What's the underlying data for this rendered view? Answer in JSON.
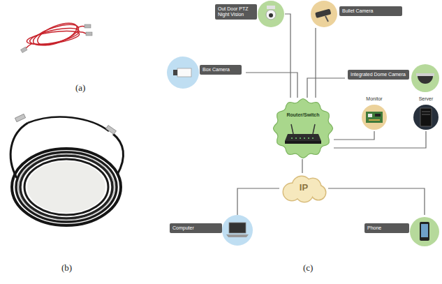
{
  "diagram": {
    "nodes": [
      {
        "text": [
          "Out Door PTZ Night Vision"
        ]
      },
      {
        "text": [
          "Bullet Camera"
        ]
      },
      {
        "text": [
          "Box Camera"
        ]
      },
      {
        "text": [
          "Integrated Dome Camera"
        ]
      },
      {
        "text": [
          "Router/Switch"
        ]
      },
      {
        "text": [
          "Monitor"
        ]
      },
      {
        "text": [
          "Server"
        ]
      },
      {
        "text": [
          "IP"
        ]
      },
      {
        "text": [
          "Computer"
        ]
      },
      {
        "text": [
          "Phone"
        ]
      }
    ],
    "edges": [
      {
        "from": 4,
        "to": 0,
        "arrow": "none"
      },
      {
        "from": 4,
        "to": 1,
        "arrow": "none"
      },
      {
        "from": 4,
        "to": 2,
        "arrow": "none"
      },
      {
        "from": 4,
        "to": 3,
        "arrow": "none"
      },
      {
        "from": 4,
        "to": 5,
        "arrow": "none"
      },
      {
        "from": 4,
        "to": 6,
        "arrow": "none"
      },
      {
        "from": 4,
        "to": 7,
        "arrow": "none"
      },
      {
        "from": 7,
        "to": 8,
        "arrow": "none"
      },
      {
        "from": 7,
        "to": 9,
        "arrow": "none"
      }
    ],
    "labels": [
      "(a)",
      "(b)",
      "(c)"
    ]
  }
}
